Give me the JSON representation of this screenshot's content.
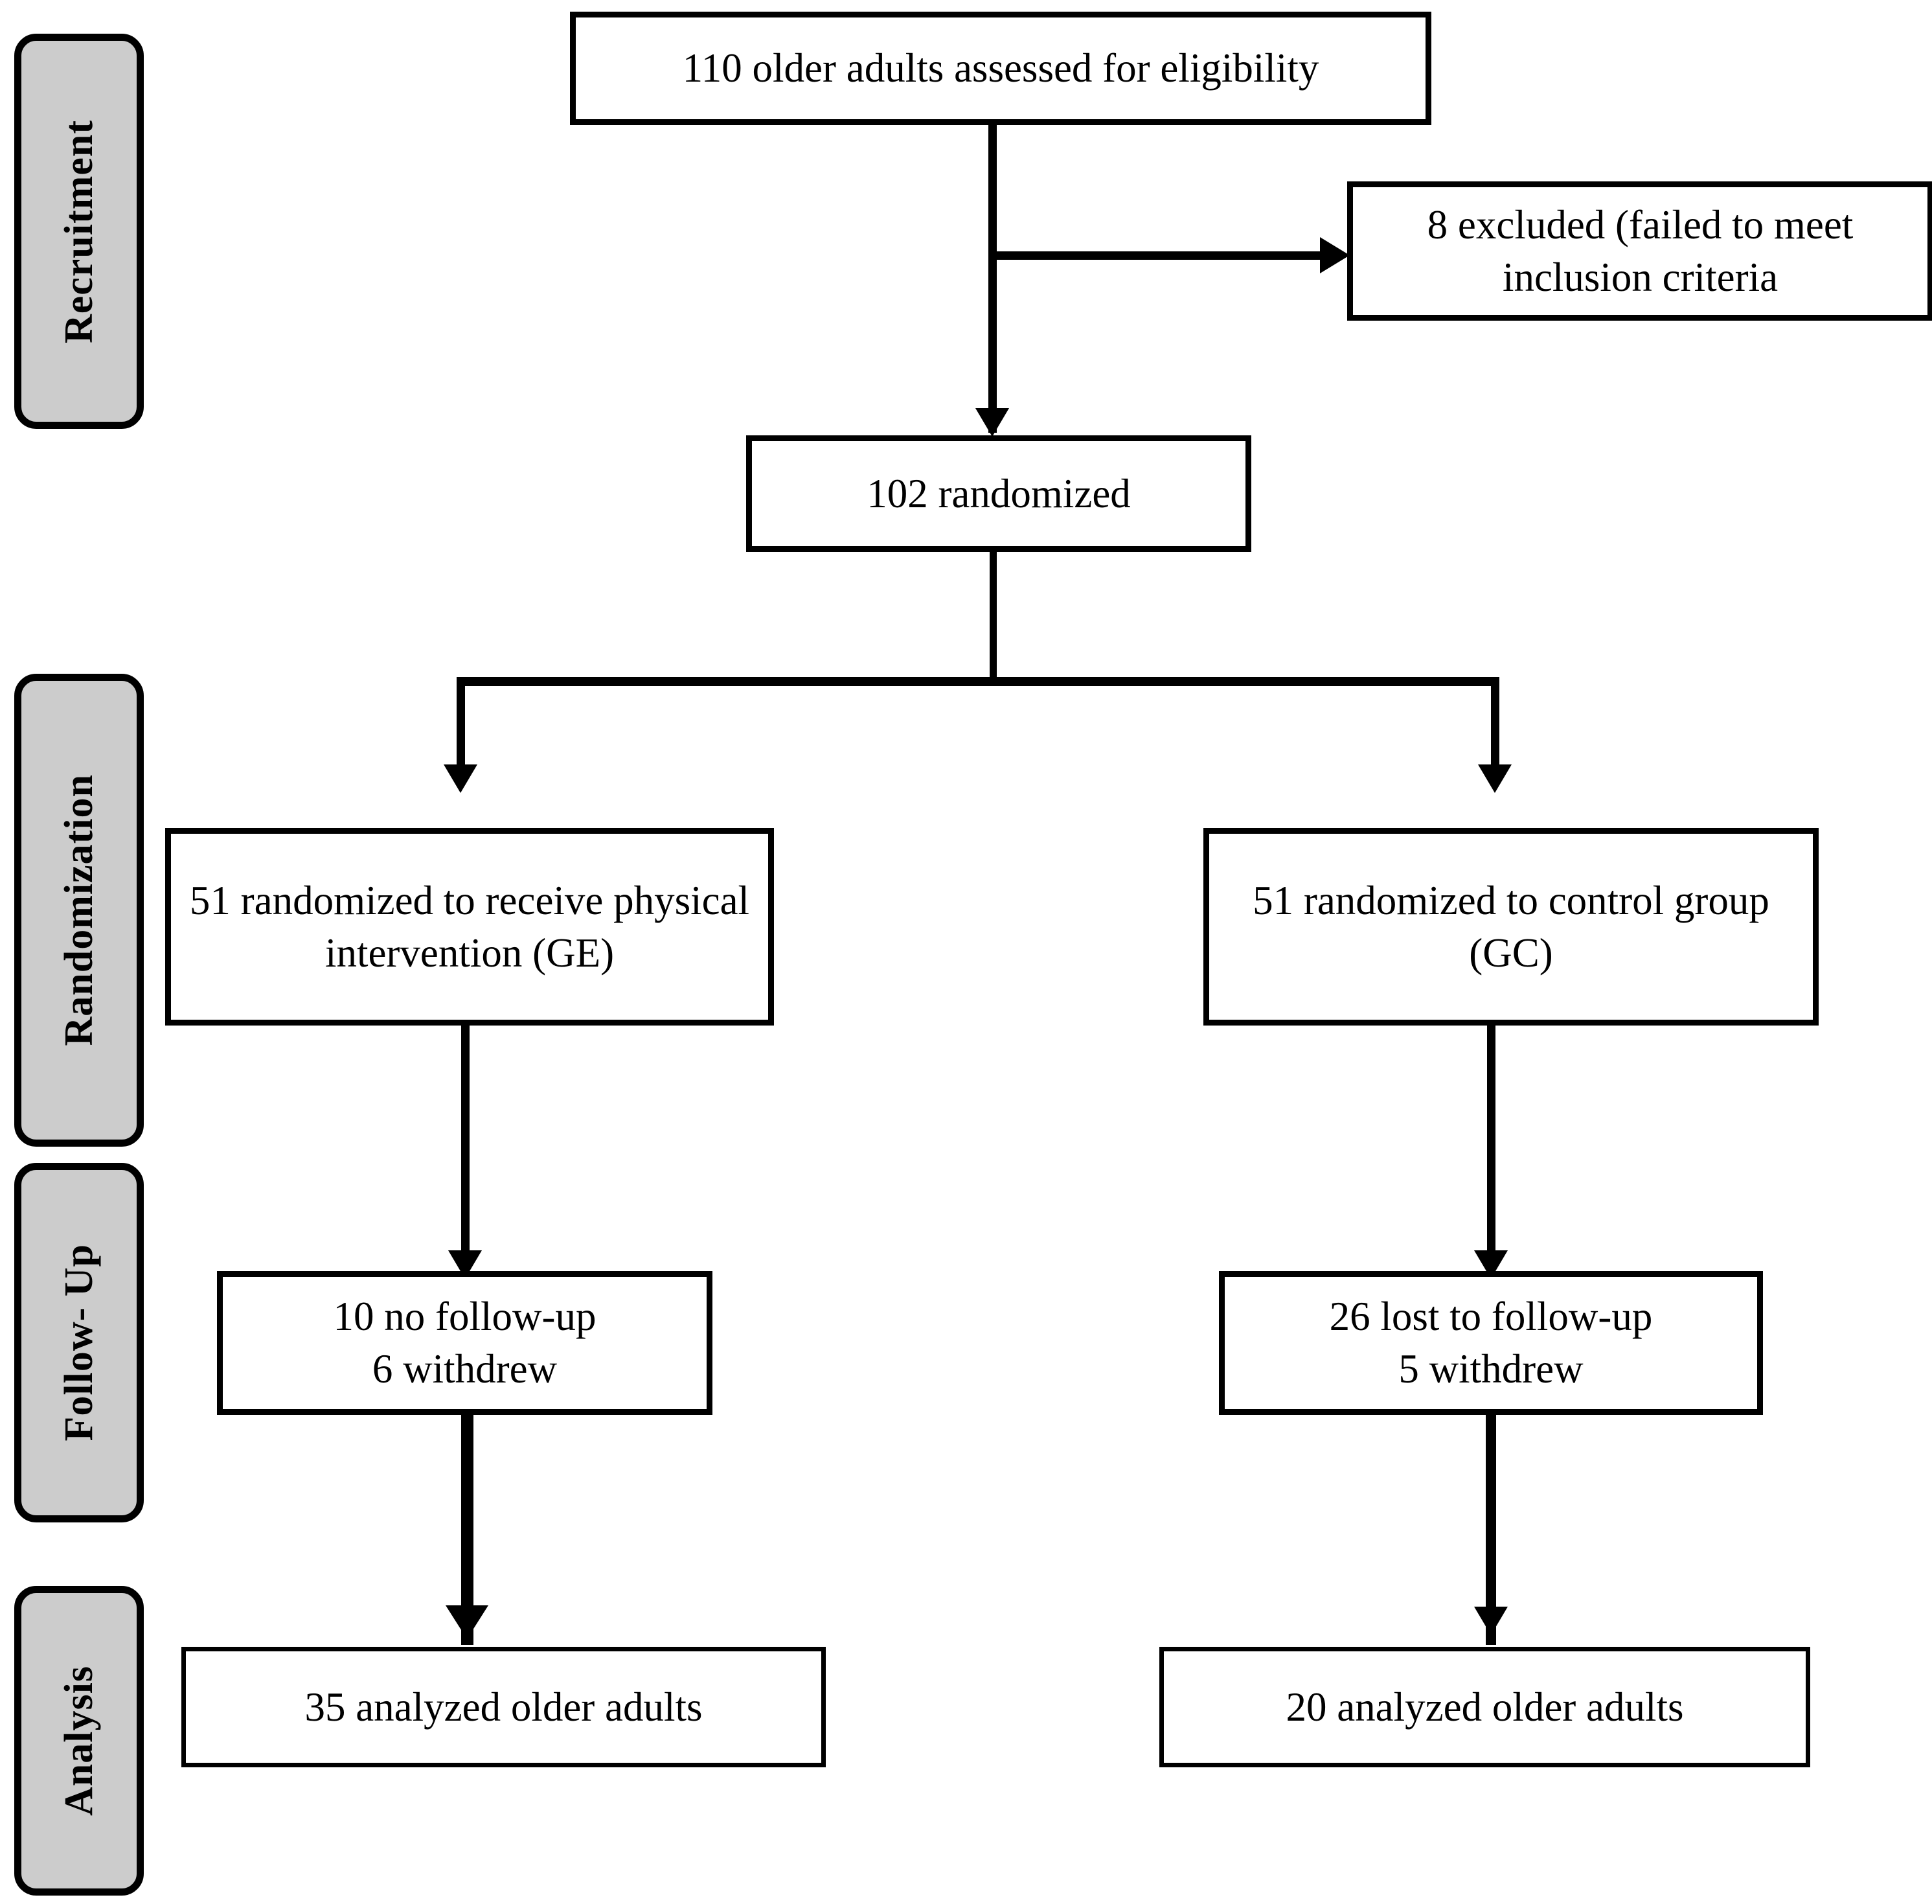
{
  "diagram": {
    "type": "consort-flow-diagram",
    "phases": [
      {
        "id": "recruitment",
        "label": "Recruitment"
      },
      {
        "id": "randomization",
        "label": "Randomization"
      },
      {
        "id": "follow-up",
        "label": "Follow- Up"
      },
      {
        "id": "analysis",
        "label": "Analysis"
      }
    ],
    "nodes": {
      "assessed": {
        "text": "110 older adults assessed for eligibility",
        "count": 110,
        "phase": "recruitment"
      },
      "excluded": {
        "text": "8 excluded (failed to meet inclusion criteria",
        "count": 8,
        "phase": "recruitment"
      },
      "randomized": {
        "text": "102 randomized",
        "count": 102,
        "phase": "recruitment"
      },
      "intervention": {
        "text": "51 randomized to receive physical intervention (GE)",
        "count": 51,
        "group": "GE",
        "phase": "randomization"
      },
      "control": {
        "text": "51 randomized to control group (GC)",
        "count": 51,
        "group": "GC",
        "phase": "randomization"
      },
      "ge_followup": {
        "text": "10 no follow-up\n6 withdrew",
        "no_followup": 10,
        "withdrew": 6,
        "phase": "follow-up"
      },
      "gc_followup": {
        "text": "26 lost to follow-up\n5 withdrew",
        "lost_to_followup": 26,
        "withdrew": 5,
        "phase": "follow-up"
      },
      "ge_analyzed": {
        "text": "35 analyzed older adults",
        "count": 35,
        "phase": "analysis"
      },
      "gc_analyzed": {
        "text": "20 analyzed older adults",
        "count": 20,
        "phase": "analysis"
      }
    },
    "colors": {
      "phase_label_fill": "#cccccc",
      "line": "#000000",
      "box_fill": "#ffffff",
      "text": "#000000"
    }
  }
}
